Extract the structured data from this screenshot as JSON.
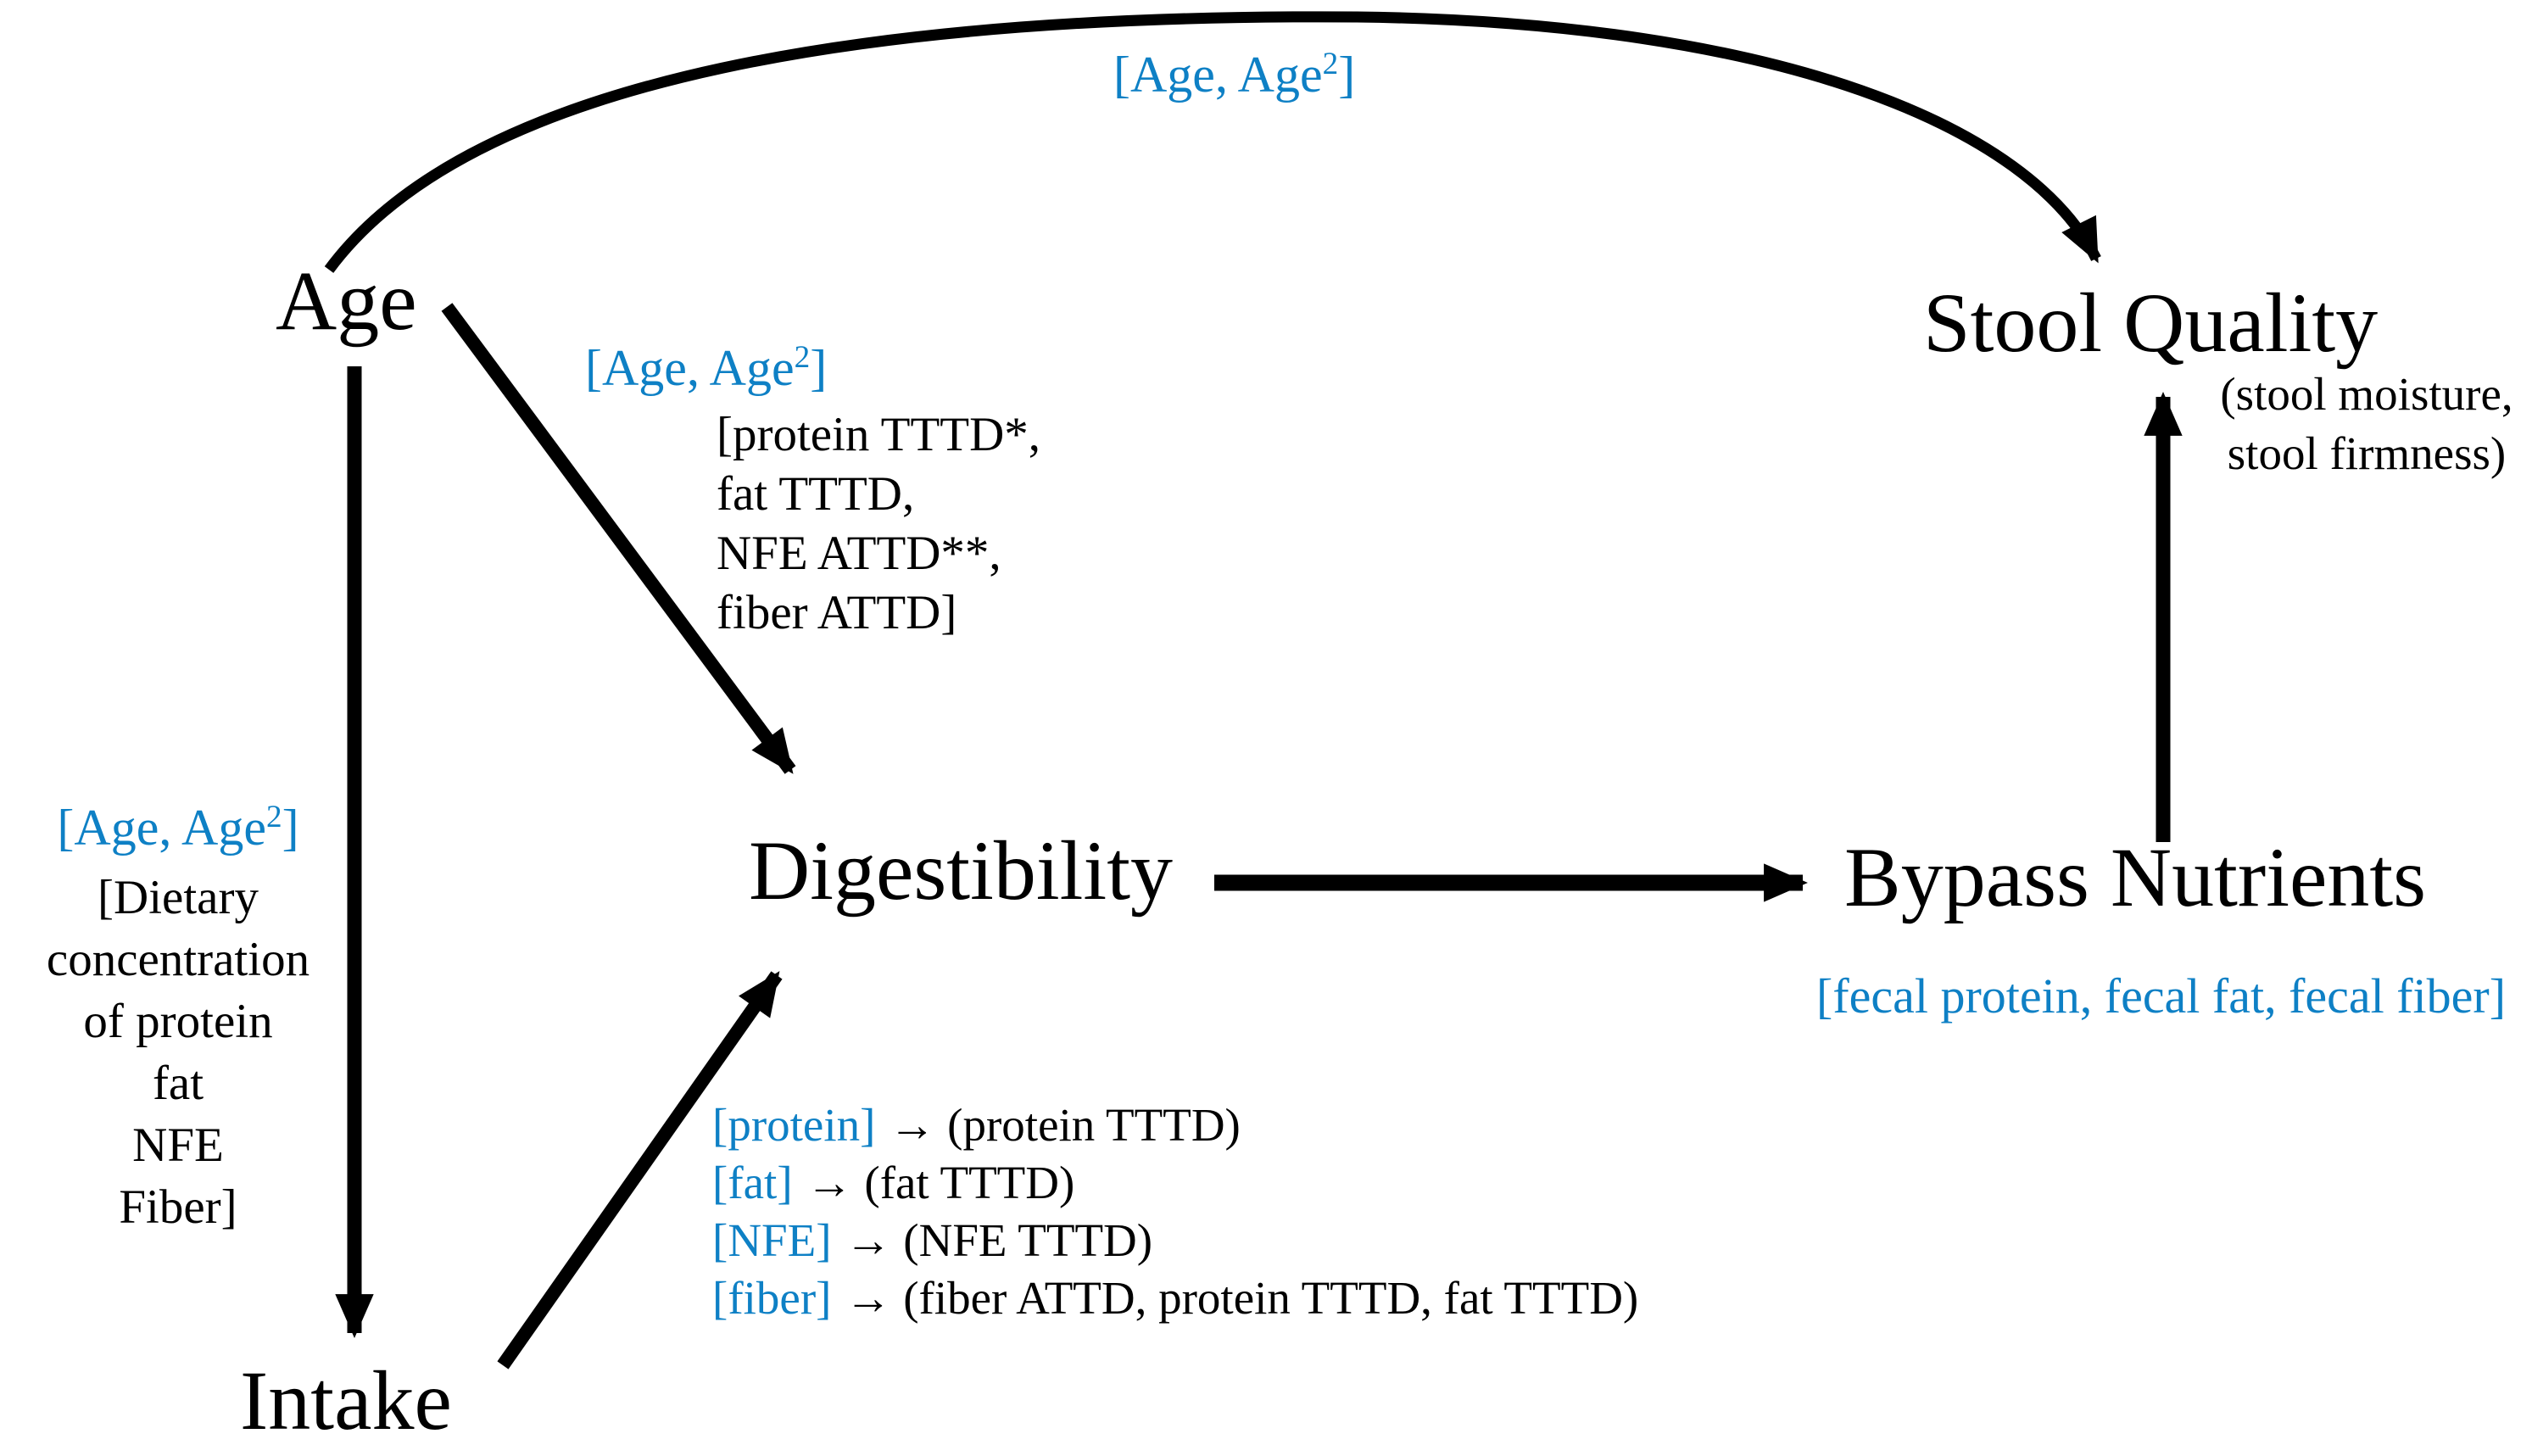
{
  "accent_blue": "#0E80C5",
  "text_black": "#000000",
  "nodes": {
    "age": "Age",
    "intake": "Intake",
    "digestibility": "Digestibility",
    "bypass": "Bypass Nutrients",
    "stool": "Stool Quality"
  },
  "age_sq": {
    "pre": "[Age, Age",
    "sup": "2",
    "post": "]"
  },
  "stool_annotation": {
    "line1": "(stool moisture,",
    "line2": "stool firmness)"
  },
  "digestibility_inputs": {
    "line1": "[protein TTTD*,",
    "line2": "fat TTTD,",
    "line3": "NFE ATTD**,",
    "line4": "fiber ATTD]"
  },
  "dietary_block": {
    "line1": "[Dietary",
    "line2": "concentration",
    "line3": "of protein",
    "line4": "fat",
    "line5": "NFE",
    "line6": "Fiber]"
  },
  "fecal_label": "[fecal protein, fecal fat, fecal fiber]",
  "mappings": [
    {
      "blue": "[protein]",
      "black": "→ (protein TTTD)"
    },
    {
      "blue": "[fat]",
      "black": "→ (fat TTTD)"
    },
    {
      "blue": "[NFE]",
      "black": "→ (NFE TTTD)"
    },
    {
      "blue": "[fiber]",
      "black": "→ (fiber ATTD, protein TTTD, fat TTTD)"
    }
  ]
}
